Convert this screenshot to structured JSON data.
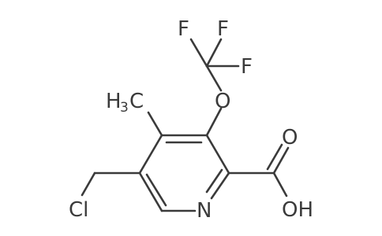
{
  "molecule": {
    "labels": {
      "f_top_left": "F",
      "f_top_right": "F",
      "f_right": "F",
      "oxygen_ether": "O",
      "methyl_h": "H",
      "methyl_sub": "3",
      "methyl_c": "C",
      "oxygen_carbonyl": "O",
      "hydroxyl": "OH",
      "nitrogen": "N",
      "chlorine": "Cl"
    }
  }
}
